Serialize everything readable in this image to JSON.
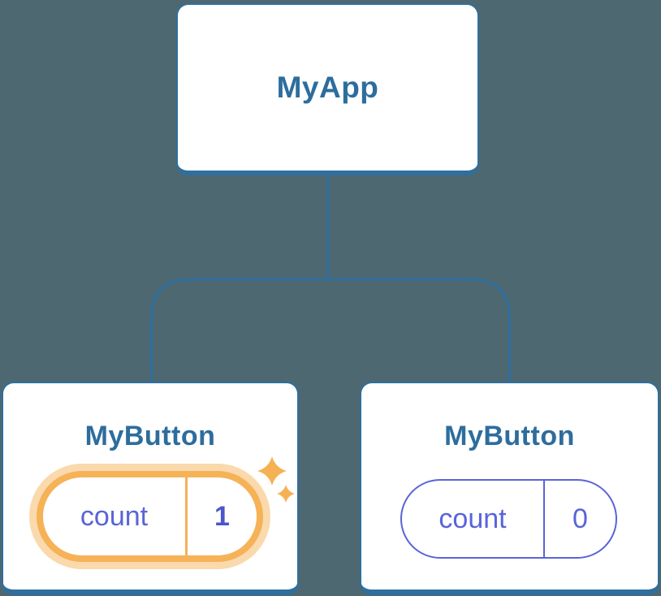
{
  "diagram": {
    "description": "React component tree showing state ownership",
    "root": {
      "label": "MyApp"
    },
    "children": [
      {
        "label": "MyButton",
        "state": {
          "name": "count",
          "value": "1"
        },
        "highlighted": true,
        "icon": "sparkle-icon"
      },
      {
        "label": "MyButton",
        "state": {
          "name": "count",
          "value": "0"
        },
        "highlighted": false
      }
    ]
  },
  "colors": {
    "background": "#4D6871",
    "card_border": "#2F6F9F",
    "card_fill": "#FFFFFF",
    "title_text": "#2D6D9D",
    "connector": "#2F6F9F",
    "state_text": "#5A64D8",
    "state_border": "#5A63D8",
    "highlight_orange": "#F6B257",
    "highlight_value_text": "#4A55CE",
    "sparkle": "#F5B153"
  }
}
